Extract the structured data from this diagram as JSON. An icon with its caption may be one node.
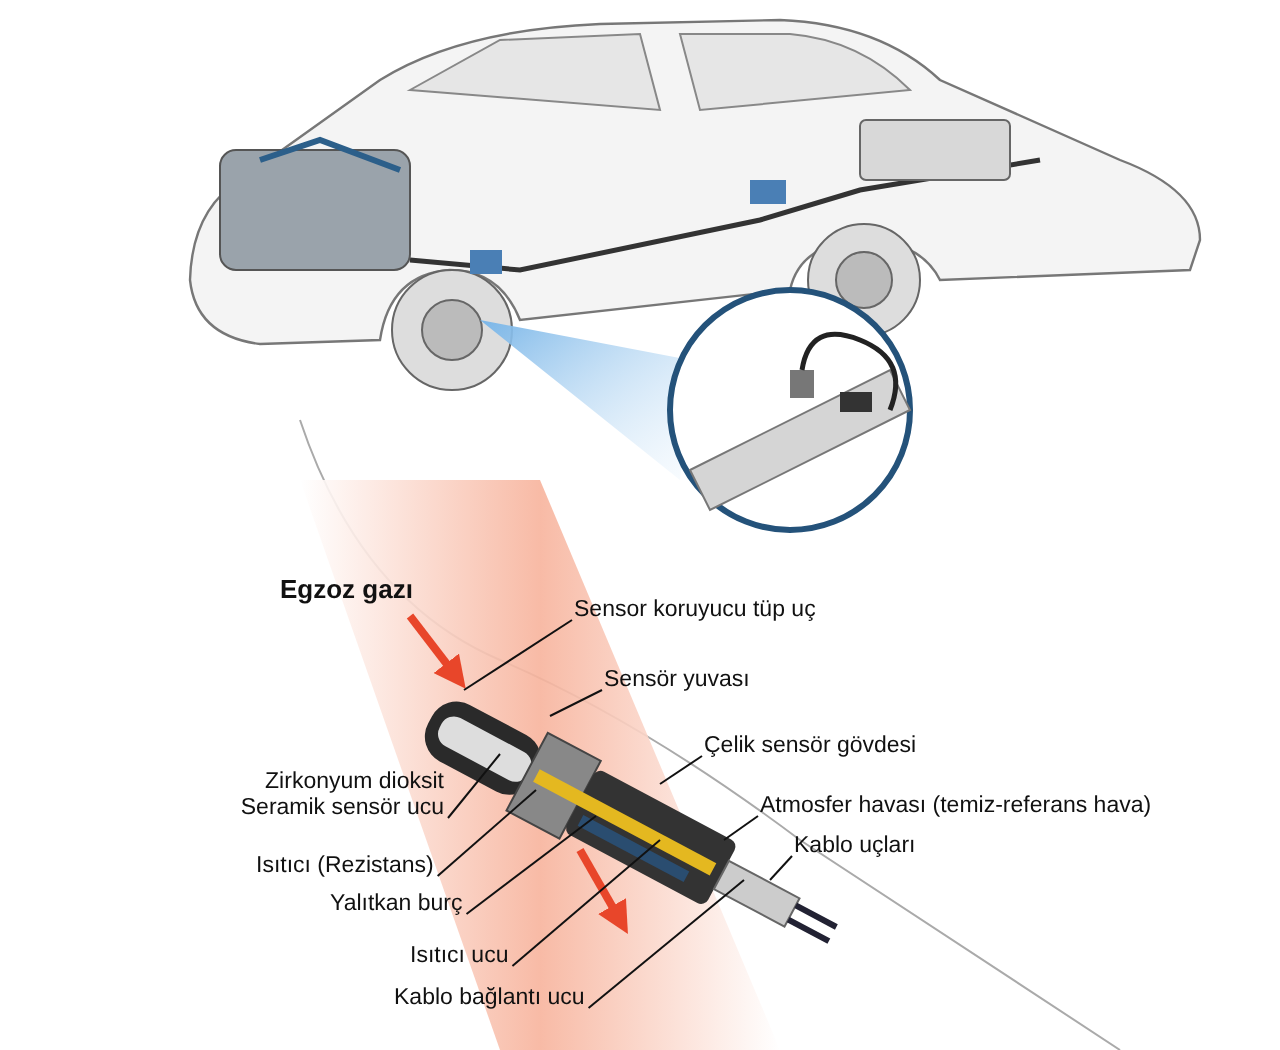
{
  "diagram": {
    "nodes": [
      {
        "text": [
          "Sensor koruyucu tüp uç"
        ]
      },
      {
        "text": [
          "Sensör yuvası"
        ]
      },
      {
        "text": [
          "Çelik sensör gövdesi"
        ]
      },
      {
        "text": [
          "Zirkonyum dioksit Seramik sensör ucu"
        ]
      },
      {
        "text": [
          "Atmosfer havası (temiz-referans hava)"
        ]
      },
      {
        "text": [
          "Isıtıcı (Rezistans)"
        ]
      },
      {
        "text": [
          "Kablo uçları"
        ]
      },
      {
        "text": [
          "Yalıtkan burç"
        ]
      },
      {
        "text": [
          "Isıtıcı ucu"
        ]
      },
      {
        "text": [
          "Kablo bağlantı ucu"
        ]
      },
      {
        "text": [],
        "shape": "picture"
      }
    ],
    "edges": [
      {
        "from": 0,
        "to": 10,
        "arrow": "none"
      },
      {
        "from": 1,
        "to": 10,
        "arrow": "none"
      },
      {
        "from": 2,
        "to": 10,
        "arrow": "none"
      },
      {
        "from": 3,
        "to": 10,
        "arrow": "none"
      },
      {
        "from": 4,
        "to": 10,
        "arrow": "none"
      },
      {
        "from": 5,
        "to": 10,
        "arrow": "none"
      },
      {
        "from": 6,
        "to": 10,
        "arrow": "none"
      },
      {
        "from": 7,
        "to": 10,
        "arrow": "none"
      },
      {
        "from": 8,
        "to": 10,
        "arrow": "none"
      },
      {
        "from": 9,
        "to": 10,
        "arrow": "none"
      }
    ],
    "labels": [
      "Egzoz gazı"
    ]
  }
}
